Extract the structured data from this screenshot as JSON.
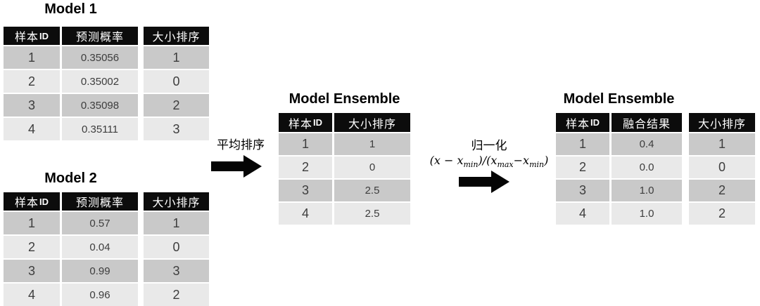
{
  "tables": {
    "model1": {
      "title": "Model 1",
      "header_id": {
        "cjk": "样本",
        "latin": "ID"
      },
      "header_value": "预测概率",
      "header_rank": "大小排序",
      "rows": [
        {
          "id": "1",
          "value": "0.35056",
          "rank": "1"
        },
        {
          "id": "2",
          "value": "0.35002",
          "rank": "0"
        },
        {
          "id": "3",
          "value": "0.35098",
          "rank": "2"
        },
        {
          "id": "4",
          "value": "0.35111",
          "rank": "3"
        }
      ]
    },
    "model2": {
      "title": "Model 2",
      "header_id": {
        "cjk": "样本",
        "latin": "ID"
      },
      "header_value": "预测概率",
      "header_rank": "大小排序",
      "rows": [
        {
          "id": "1",
          "value": "0.57",
          "rank": "1"
        },
        {
          "id": "2",
          "value": "0.04",
          "rank": "0"
        },
        {
          "id": "3",
          "value": "0.99",
          "rank": "3"
        },
        {
          "id": "4",
          "value": "0.96",
          "rank": "2"
        }
      ]
    },
    "ensemble_mid": {
      "title": "Model Ensemble",
      "header_id": {
        "cjk": "样本",
        "latin": "ID"
      },
      "header_rank": "大小排序",
      "rows": [
        {
          "id": "1",
          "rank": "1"
        },
        {
          "id": "2",
          "rank": "0"
        },
        {
          "id": "3",
          "rank": "2.5"
        },
        {
          "id": "4",
          "rank": "2.5"
        }
      ]
    },
    "ensemble_right": {
      "title": "Model Ensemble",
      "header_id": {
        "cjk": "样本",
        "latin": "ID"
      },
      "header_value": "融合结果",
      "header_rank": "大小排序",
      "rows": [
        {
          "id": "1",
          "value": "0.4",
          "rank": "1"
        },
        {
          "id": "2",
          "value": "0.0",
          "rank": "0"
        },
        {
          "id": "3",
          "value": "1.0",
          "rank": "2"
        },
        {
          "id": "4",
          "value": "1.0",
          "rank": "2"
        }
      ]
    }
  },
  "arrows": {
    "average_rank": {
      "label": "平均排序"
    },
    "normalize": {
      "label": "归一化",
      "formula": {
        "p1": "(x − x",
        "s1": "min",
        "p2": ")/(x",
        "s2": "max",
        "p3": "−x",
        "s3": "min",
        "p4": ")"
      }
    }
  },
  "colors": {
    "header_bg": "#0c0c0c",
    "row_dark": "#c9c9c9",
    "row_light": "#e9e9e9",
    "data_text": "#3d3d3d",
    "arrow": "#050505"
  }
}
